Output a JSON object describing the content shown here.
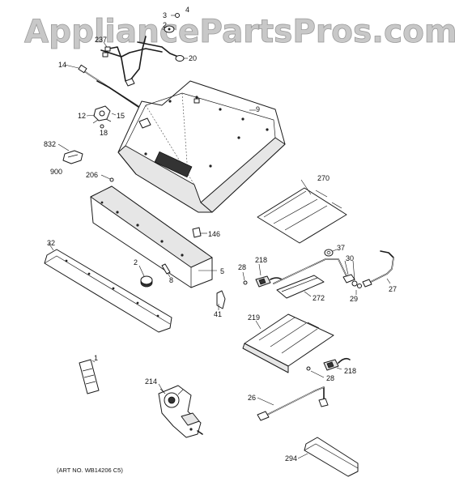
{
  "watermark": "AppliancePartsPros.com",
  "art_number": "(ART NO. WB14206 C5)",
  "callouts": {
    "c3": "3",
    "c4": "4",
    "c2a": "2",
    "c237": "237",
    "c20": "20",
    "c14": "14",
    "c9": "9",
    "c12": "12",
    "c15": "15",
    "c18": "18",
    "c832": "832",
    "c900": "900",
    "c206": "206",
    "c270": "270",
    "c146": "146",
    "c32": "32",
    "c37": "37",
    "c218a": "218",
    "c28a": "28",
    "c30": "30",
    "c2b": "2",
    "c8": "8",
    "c5": "5",
    "c27": "27",
    "c272": "272",
    "c29": "29",
    "c41": "41",
    "c219": "219",
    "c1": "1",
    "c218b": "218",
    "c28b": "28",
    "c214": "214",
    "c26": "26",
    "c294": "294"
  }
}
